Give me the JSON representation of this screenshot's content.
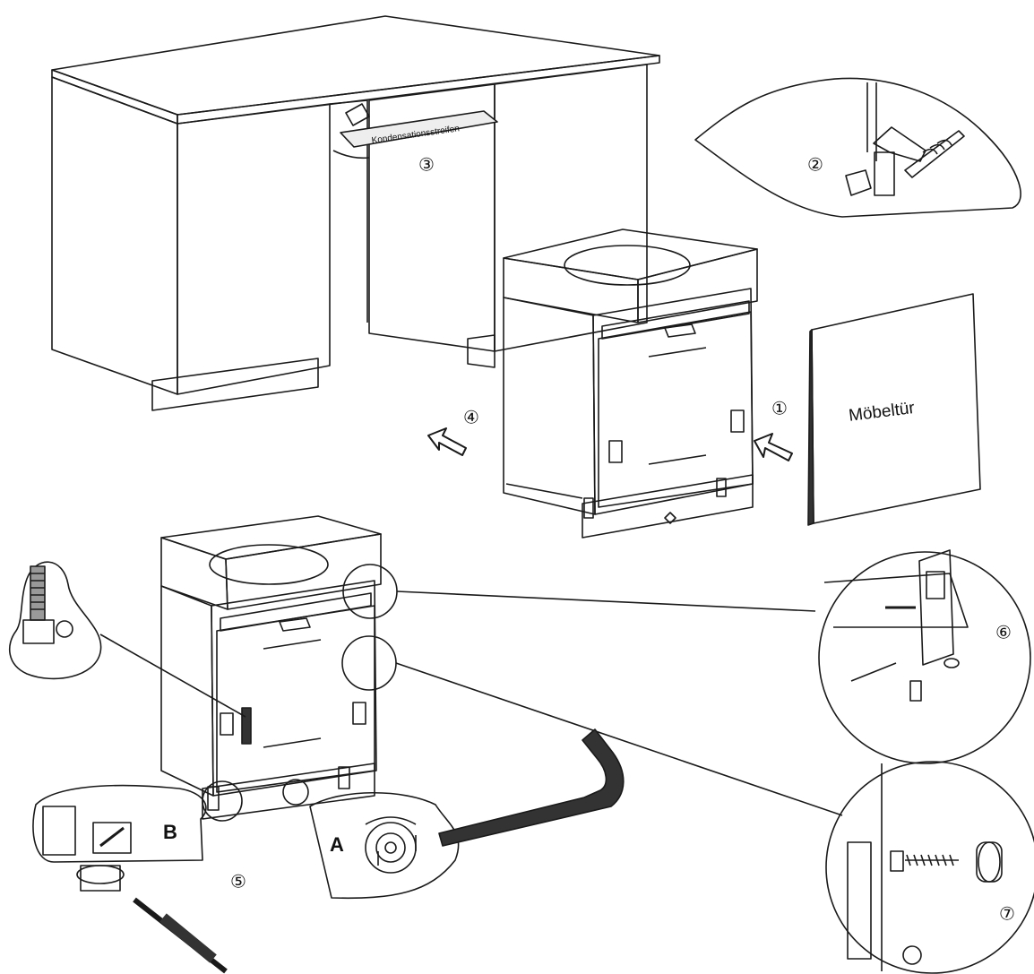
{
  "labels": {
    "condensation_strip": "Kondensationsstreifen",
    "furniture_door": "Möbeltür",
    "letter_a": "A",
    "letter_b": "B"
  },
  "steps": {
    "step1": "①",
    "step2": "②",
    "step3": "③",
    "step4": "④",
    "step5": "⑤",
    "step6": "⑥",
    "step7": "⑦"
  },
  "colors": {
    "line": "#1a1a1a",
    "shade": "#555555",
    "paper": "#ffffff"
  }
}
